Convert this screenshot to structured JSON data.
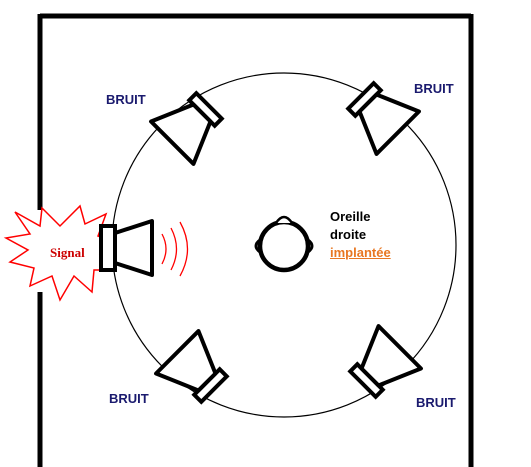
{
  "noise_label": "BRUIT",
  "signal_label": "Signal",
  "ear": {
    "line1": "Oreille",
    "line2": "droite",
    "line3": "implantée"
  },
  "colors": {
    "noise_text": "#1a1a6e",
    "signal": "#cc0000",
    "implant": "#e87722",
    "outline": "#000000"
  },
  "icons": [
    "speaker-icon",
    "head-icon",
    "starburst-icon",
    "sound-wave-icon"
  ]
}
